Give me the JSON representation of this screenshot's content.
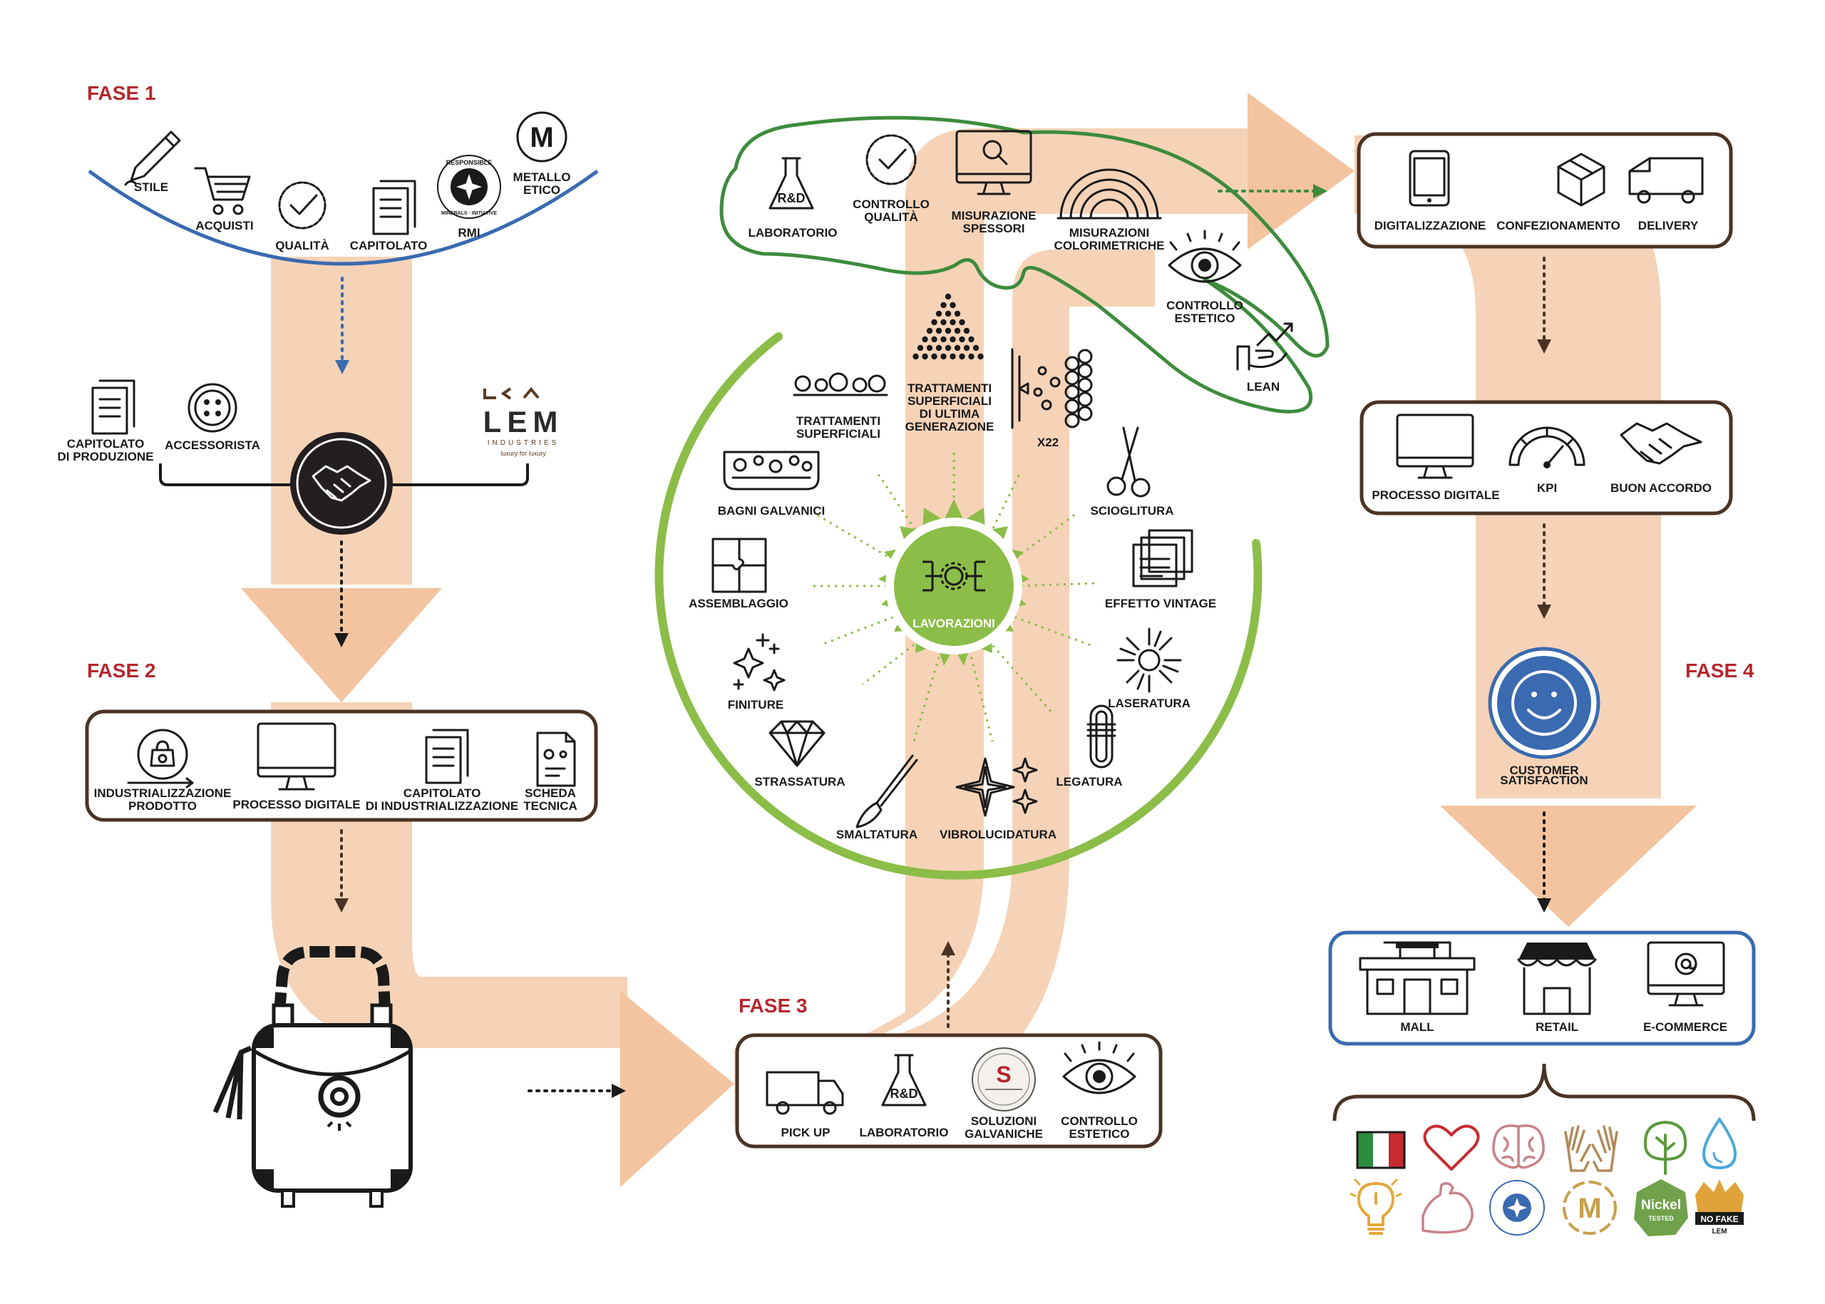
{
  "phases": {
    "fase1": "FASE 1",
    "fase2": "FASE 2",
    "fase3": "FASE 3",
    "fase4": "FASE 4"
  },
  "fase1_items": {
    "stile": "STILE",
    "acquisti": "ACQUISTI",
    "qualita": "QUALITÀ",
    "capitolato": "CAPITOLATO",
    "rmi": "RMI",
    "metallo_1": "METALLO",
    "metallo_2": "ETICO",
    "rmi_ring_1": "RESPONSIBLE",
    "rmi_ring_2": "MINERALS · INITIATIVE"
  },
  "partners": {
    "capitolato_1": "CAPITOLATO",
    "capitolato_2": "DI PRODUZIONE",
    "accessorista": "ACCESSORISTA",
    "lem_logo": "LEM",
    "lem_sub": "INDUSTRIES",
    "lem_tag": "luxury for luxury"
  },
  "fase2_box": {
    "industrializzazione_1": "INDUSTRIALIZZAZIONE",
    "industrializzazione_2": "PRODOTTO",
    "processo_digitale": "PROCESSO DIGITALE",
    "capitolato_ind_1": "CAPITOLATO",
    "capitolato_ind_2": "DI INDUSTRIALIZZAZIONE",
    "scheda_1": "SCHEDA",
    "scheda_2": "TECNICA"
  },
  "fase3_box": {
    "pick_up": "PICK UP",
    "laboratorio": "LABORATORIO",
    "rd": "R&D",
    "soluzioni_1": "SOLUZIONI",
    "soluzioni_2": "GALVANICHE",
    "soluzioni_logo": "S",
    "controllo_1": "CONTROLLO",
    "controllo_2": "ESTETICO"
  },
  "quality_cloud": {
    "laboratorio": "LABORATORIO",
    "rd": "R&D",
    "controllo_qualita_1": "CONTROLLO",
    "controllo_qualita_2": "QUALITÀ",
    "misurazione_1": "MISURAZIONE",
    "misurazione_2": "SPESSORI",
    "colorimetriche_1": "MISURAZIONI",
    "colorimetriche_2": "COLORIMETRICHE",
    "controllo_estetico_1": "CONTROLLO",
    "controllo_estetico_2": "ESTETICO",
    "lean": "LEAN"
  },
  "lavorazioni": {
    "center": "LAVORAZIONI",
    "trattamenti_sup_1": "TRATTAMENTI",
    "trattamenti_sup_2": "SUPERFICIALI",
    "trattamenti_ult_1": "TRATTAMENTI",
    "trattamenti_ult_2": "SUPERFICIALI",
    "trattamenti_ult_3": "DI ULTIMA",
    "trattamenti_ult_4": "GENERAZIONE",
    "x22": "X22",
    "bagni": "BAGNI GALVANICI",
    "scioglitura": "SCIOGLITURA",
    "assemblaggio": "ASSEMBLAGGIO",
    "effetto_vintage": "EFFETTO VINTAGE",
    "finiture": "FINITURE",
    "laseratura": "LASERATURA",
    "strassatura": "STRASSATURA",
    "legatura": "LEGATURA",
    "smaltatura": "SMALTATURA",
    "vibrolucidatura": "VIBROLUCIDATURA"
  },
  "fase4_top": {
    "digitalizzazione": "DIGITALIZZAZIONE",
    "confezionamento": "CONFEZIONAMENTO",
    "delivery": "DELIVERY"
  },
  "fase4_mid": {
    "processo_digitale": "PROCESSO DIGITALE",
    "kpi": "KPI",
    "buon_accordo": "BUON ACCORDO"
  },
  "customer": {
    "line1": "CUSTOMER",
    "line2": "SATISFACTION"
  },
  "channels": {
    "mall": "MALL",
    "retail": "RETAIL",
    "ecommerce": "E-COMMERCE"
  },
  "badges": {
    "metal_letter": "M",
    "nickel_1": "Nickel",
    "nickel_2": "TESTED",
    "nofake_1": "NO FAKE",
    "nofake_2": "LEM"
  },
  "colors": {
    "flow": "#f6d3b7",
    "flow_arrow": "#f3c49f",
    "phase_red": "#b5272d",
    "blue": "#3a6ab0",
    "green": "#8cbd48",
    "dark_green": "#3d8b3d",
    "box_brown": "#4a3324"
  }
}
